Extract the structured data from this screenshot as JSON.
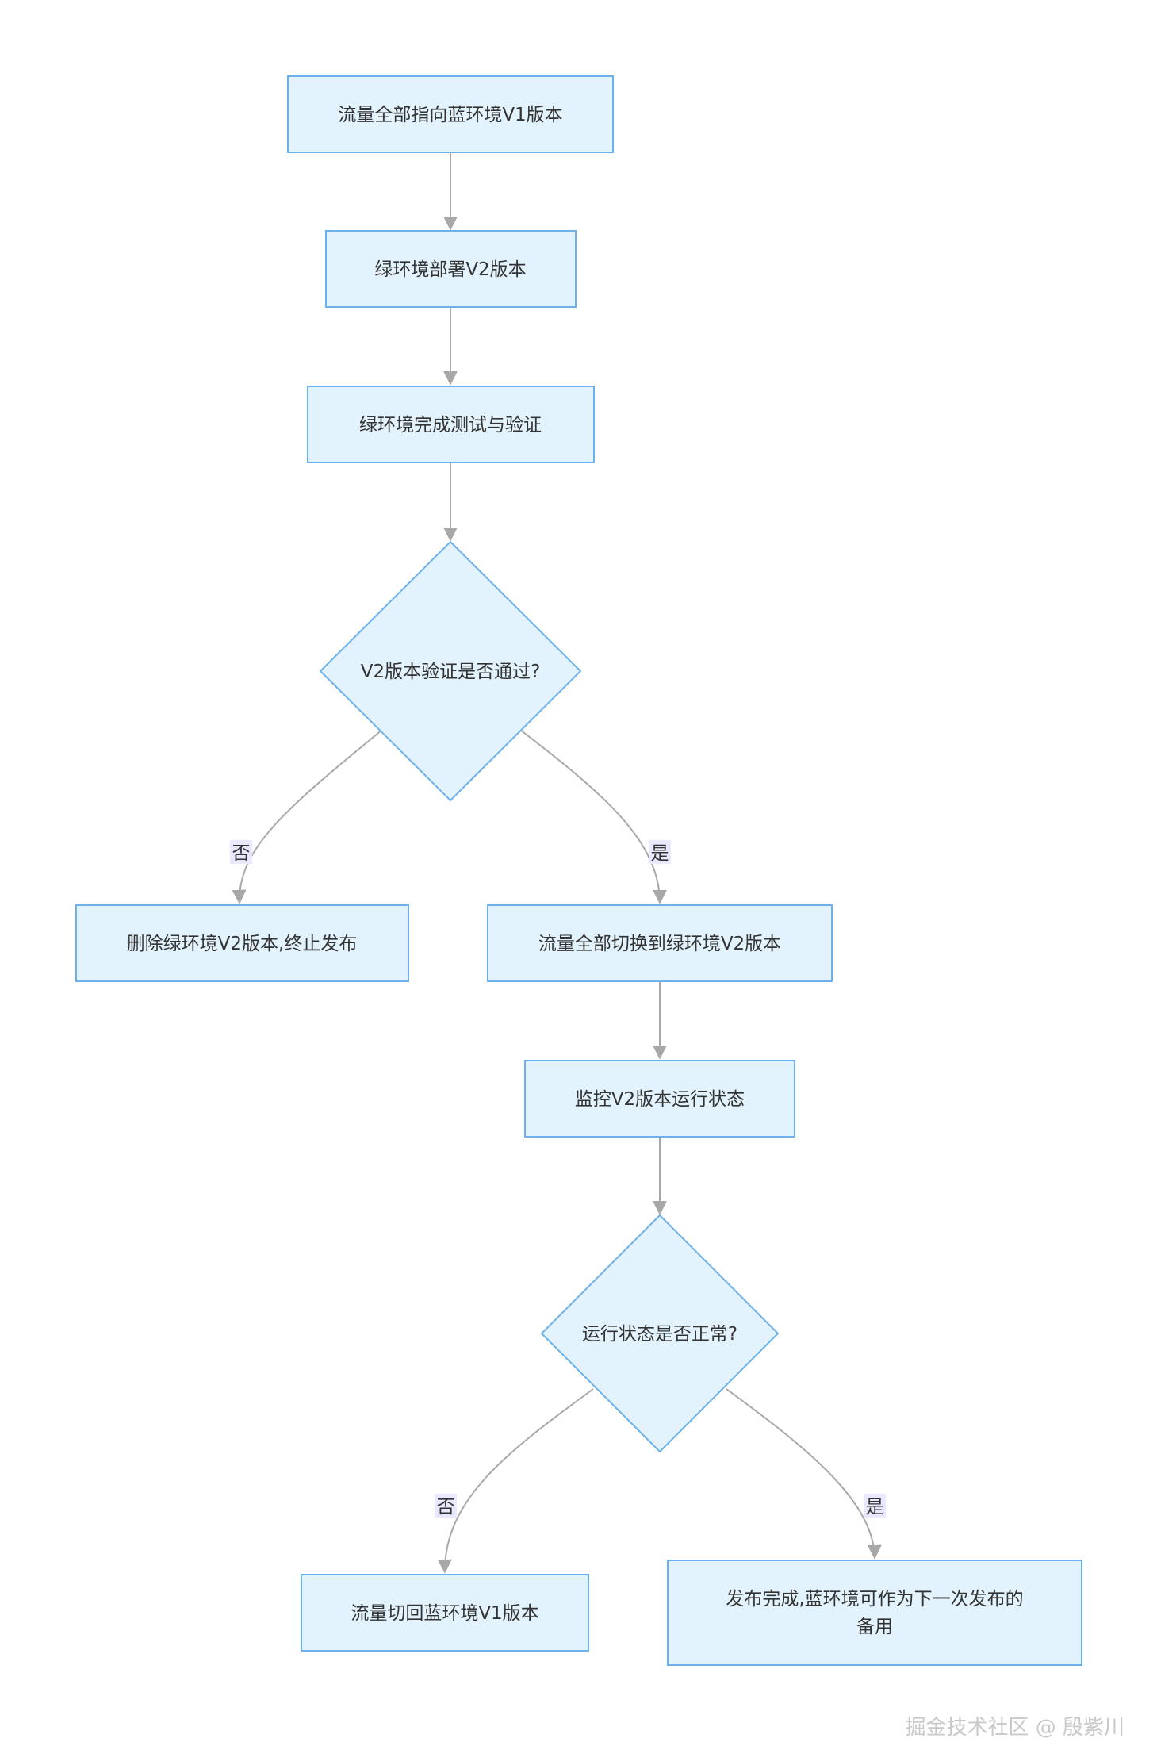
{
  "colors": {
    "node_fill": "#e3f3fd",
    "node_stroke": "#6db0ec",
    "edge": "#a8a8a8",
    "label_bg": "#e8e8ff"
  },
  "nodes": {
    "start": "流量全部指向蓝环境V1版本",
    "deploy": "绿环境部署V2版本",
    "test": "绿环境完成测试与验证",
    "verify_decision": "V2版本验证是否通过?",
    "delete": "删除绿环境V2版本,终止发布",
    "switch": "流量全部切换到绿环境V2版本",
    "monitor": "监控V2版本运行状态",
    "normal_decision": "运行状态是否正常?",
    "rollback": "流量切回蓝环境V1版本",
    "done_line1": "发布完成,蓝环境可作为下一次发布的",
    "done_line2": "备用"
  },
  "edge_labels": {
    "verify_no": "否",
    "verify_yes": "是",
    "normal_no": "否",
    "normal_yes": "是"
  },
  "watermark": "掘金技术社区 @ 殷紫川"
}
